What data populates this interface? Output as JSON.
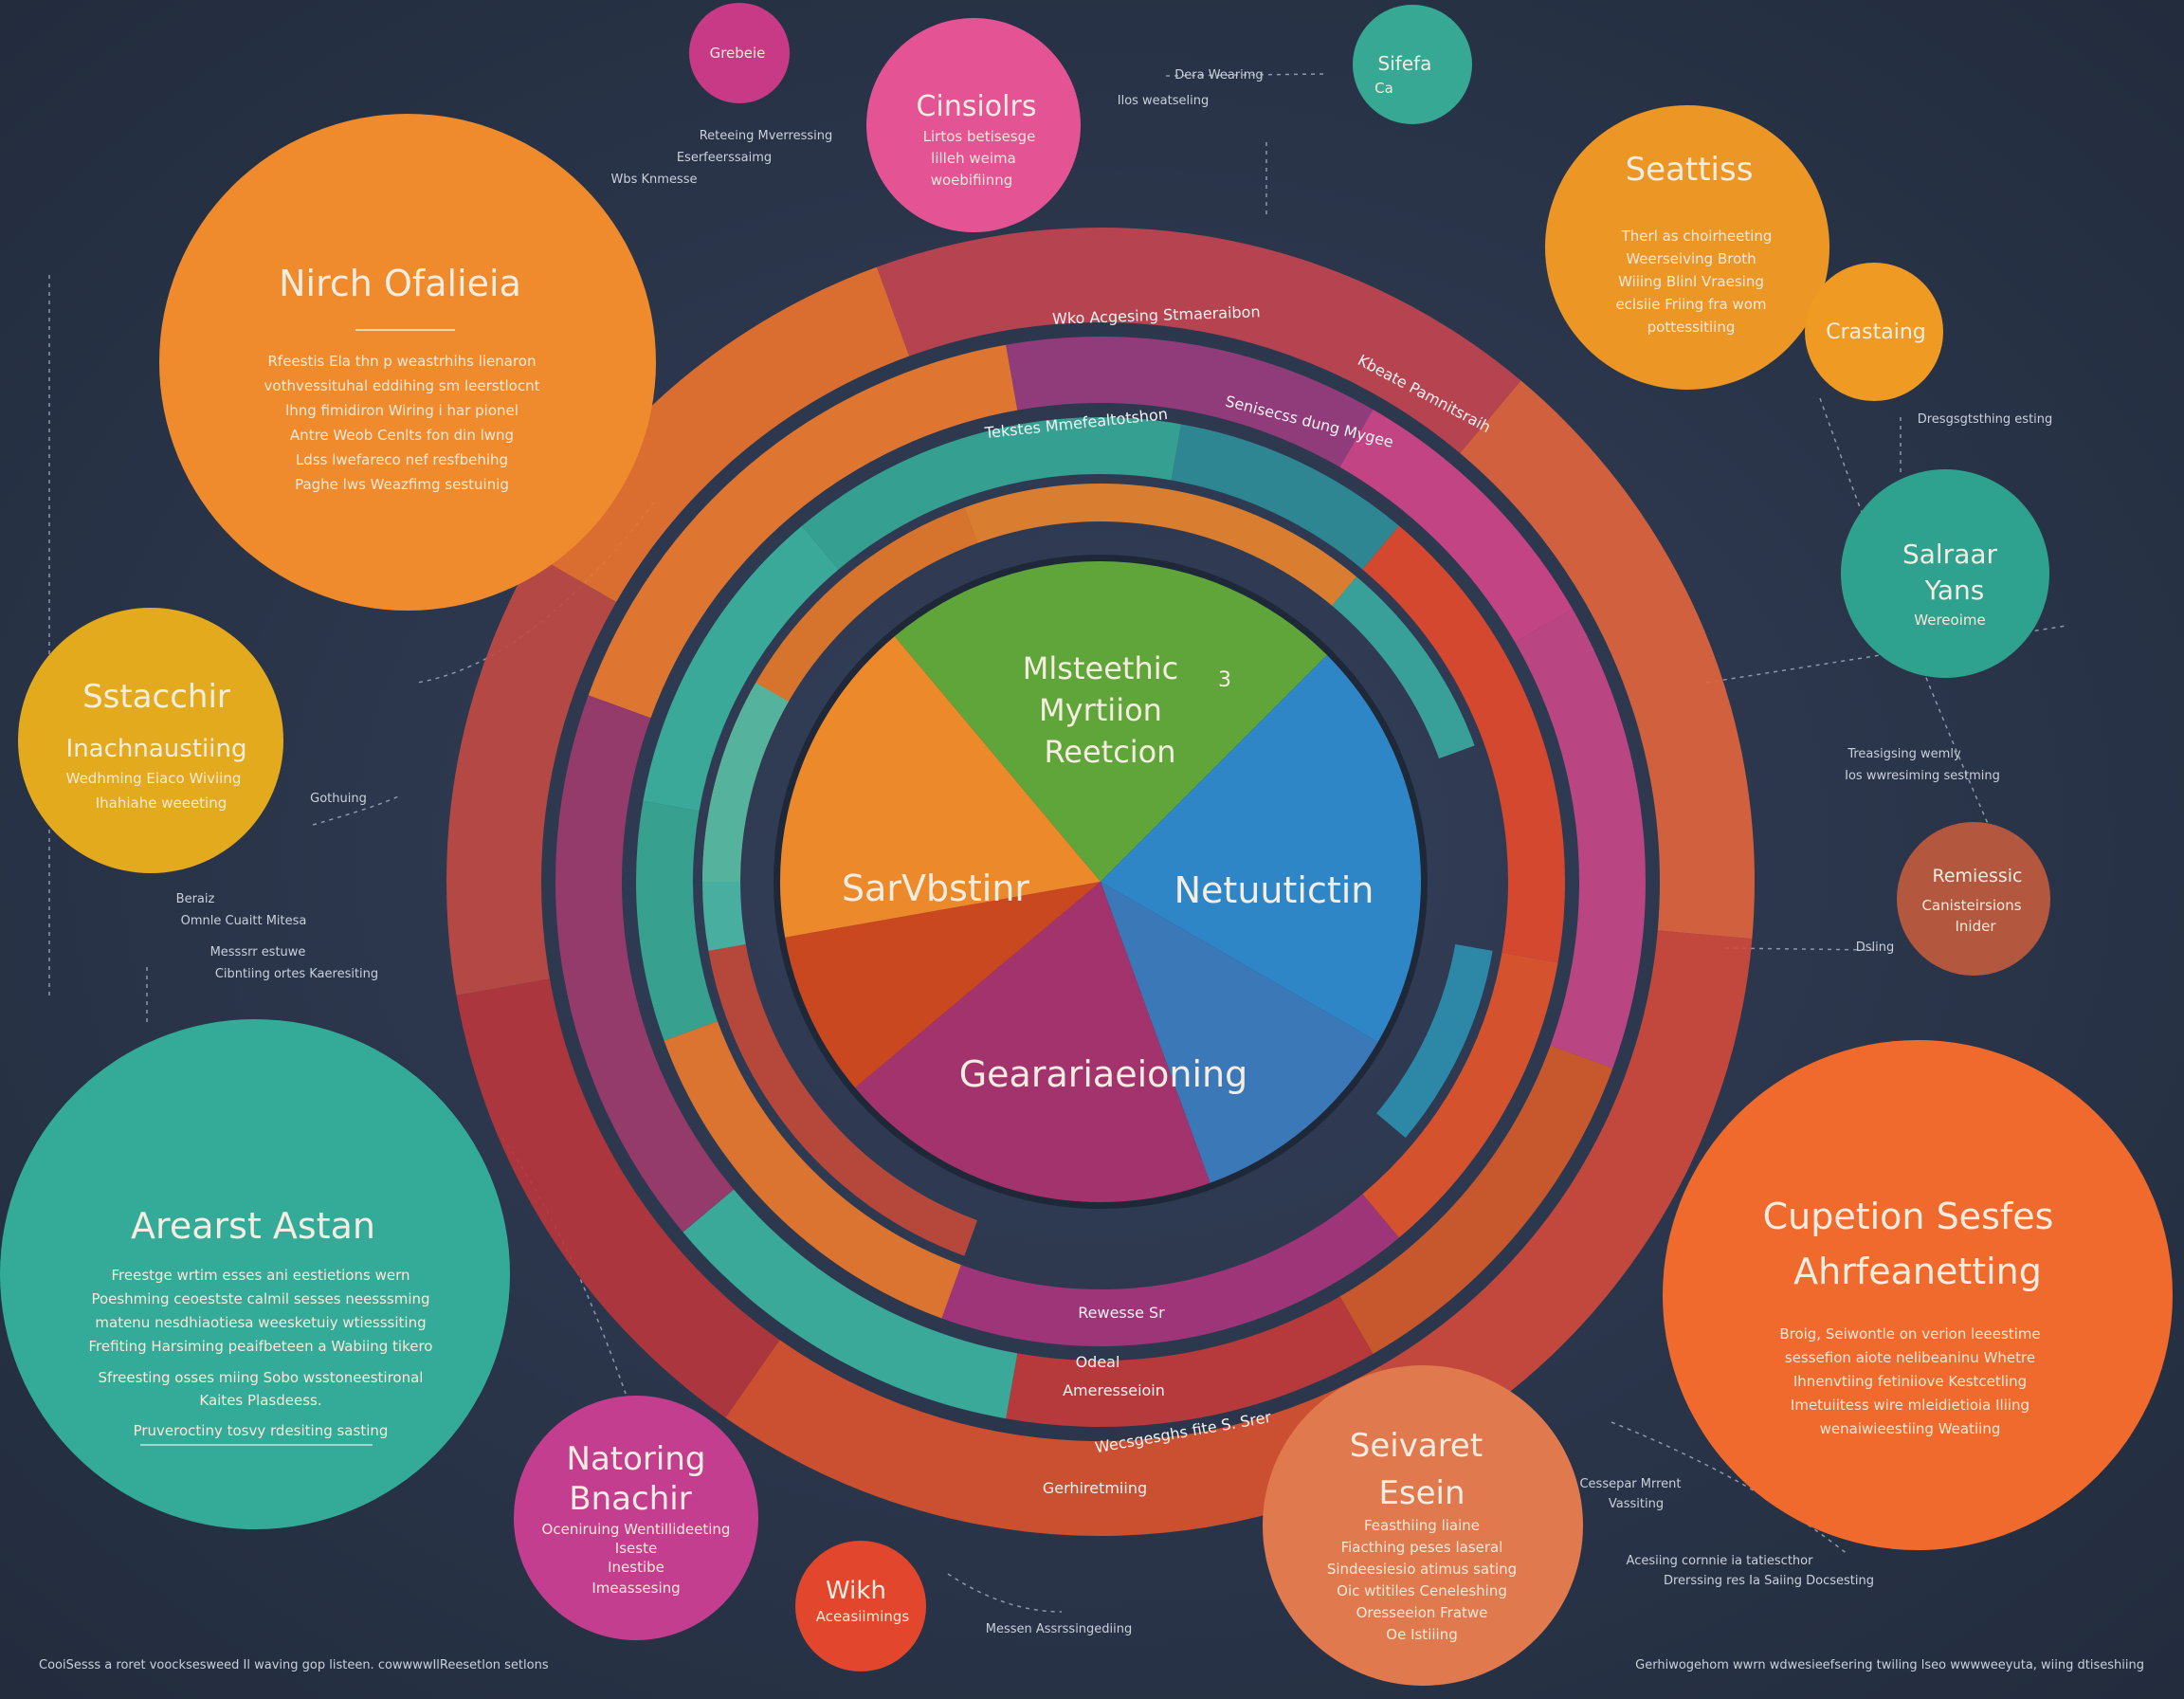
{
  "colors": {
    "background": "#2b364b",
    "orange": "#f08a2c",
    "teal": "#3bb3a0",
    "magenta": "#c8418a",
    "red": "#e0452e",
    "blue": "#2d86c6"
  },
  "center": {
    "title": [
      "Mlsteethic",
      "Myrtiion",
      "Reetcion"
    ],
    "badge": "3",
    "left": "SarVbstinr",
    "right": "Netuutictin",
    "bottom": "Gearariaeioning"
  },
  "ring_labels": [
    "Wko Acgesing Stmaeraibon",
    "Tekstes Mmefealtotshon",
    "Senisecss dung Mygee",
    "Kbeate Pamnitsraih",
    "Rewesse Sr",
    "Odeal",
    "Ameresseioin",
    "Wecsgesghs fite S. Srer",
    "Gerhiretmiing"
  ],
  "circles": {
    "nirch": {
      "title": "Nirch Ofalieia",
      "lines": [
        "Rfeestis Ela thn p weastrhihs lienaron",
        "vothvessituhal eddihing sm leerstlocnt",
        "lhng fimidiron Wiring i har pionel",
        "Antre Weob Cenlts fon din lwng",
        "Ldss lwefareco nef resfbehihg",
        "Paghe lws Weazfimg sestuinig"
      ]
    },
    "sstacchir": {
      "title": "Sstacchir",
      "subtitle": "Inachnaustiing",
      "lines": [
        "Wedhming Eiaco Wiviing",
        "Ihahiahe weeeting"
      ]
    },
    "arearst": {
      "title": "Arearst Astan",
      "lines": [
        "Freestge wrtim esses ani eestietions wern",
        "Poeshming ceoestste calmil sesses neesssming",
        "matenu nesdhiaotiesa weesketuiy wtiesssiting",
        "Frefiting Harsiming peaifbeteen a Wabiing tikero",
        "Sfreesting osses miing Sobo wsstoneestironal",
        "Kaites Plasdeess."
      ],
      "footer": "Pruveroctiny tosvy rdesiting sasting"
    },
    "natoring": {
      "title": "Natoring",
      "subtitle": "Bnachir",
      "lines": [
        "Oceniruing Wentillideeting",
        "Iseste",
        "Inestibe",
        "Imeassesing"
      ]
    },
    "wikh": {
      "title": "Wikh",
      "lines": [
        "Aceasiimings"
      ]
    },
    "seivaret": {
      "title": "Seivaret",
      "subtitle": "Esein",
      "lines": [
        "Feasthiing liaine",
        "Fiacthing peses laseral",
        "Sindeesiesio atimus sating",
        "Oic wtitiles Ceneleshing",
        "Oresseeion Fratwe",
        "Oe Istiiing"
      ]
    },
    "cupetion": {
      "title": "Cupetion Sesfes",
      "subtitle": "Ahrfeanetting",
      "lines": [
        "Broig, Seiwontle on verion leeestime",
        "sessefion aiote nelibeaninu Whetre",
        "Ihnenvtiing fetiniiove Kestcetling",
        "Imetuiitess wire mleidietioia Iliing",
        "wenaiwieestiing Weatiing"
      ]
    },
    "remiessic": {
      "title": "Remiessic",
      "lines": [
        "Canisteirsions",
        "Inider"
      ]
    },
    "salraar": {
      "title": "Salraar",
      "subtitle": "Yans",
      "lines": [
        "Wereoime"
      ]
    },
    "seattiss": {
      "title": "Seattiss",
      "lines": [
        "Therl as choirheeting",
        "Weerseiving Broth",
        "Wiiing Blinl Vraesing",
        "eclsiie Friing fra wom",
        "pottessitiing"
      ]
    },
    "crastaing": {
      "title": "Crastaing"
    },
    "sifefa": {
      "title": "Sifefa",
      "lines": [
        "Ca"
      ]
    },
    "cinsiolrs": {
      "title": "Cinsiolrs",
      "lines": [
        "Lirtos betisesge",
        "lilleh weima",
        "woebifiinng"
      ]
    },
    "grebeie": {
      "title": "Grebeie"
    }
  },
  "annotations": [
    "Reteeing Mverressing",
    "Eserfeerssaimg",
    "Wbs Knmesse",
    "Dera Wearimg",
    "Ilos weatseling",
    "Dresgsgtsthing esting",
    "Treasigsing wemly",
    "Ios wwresiming sestming",
    "Dsling",
    "Gothuing",
    "Beraiz",
    "Omnle Cuaitt Mitesa",
    "Messsrr estuwe",
    "Cibntiing ortes Kaeresiting",
    "Cessepar Mrrent",
    "Vassiting",
    "Acesiing cornnie ia tatiescthor",
    "Drerssing res Ia Saiing Docsesting",
    "Messen Assrssingediing"
  ],
  "footer": {
    "left": "CooiSesss a roret voocksesweed Il waving gop listeen. cowwwwIlReesetlon setlons",
    "right": "Gerhiwogehom wwrn wdwesieefsering twiling lseo wwwweeyuta, wiing dtiseshiing"
  }
}
